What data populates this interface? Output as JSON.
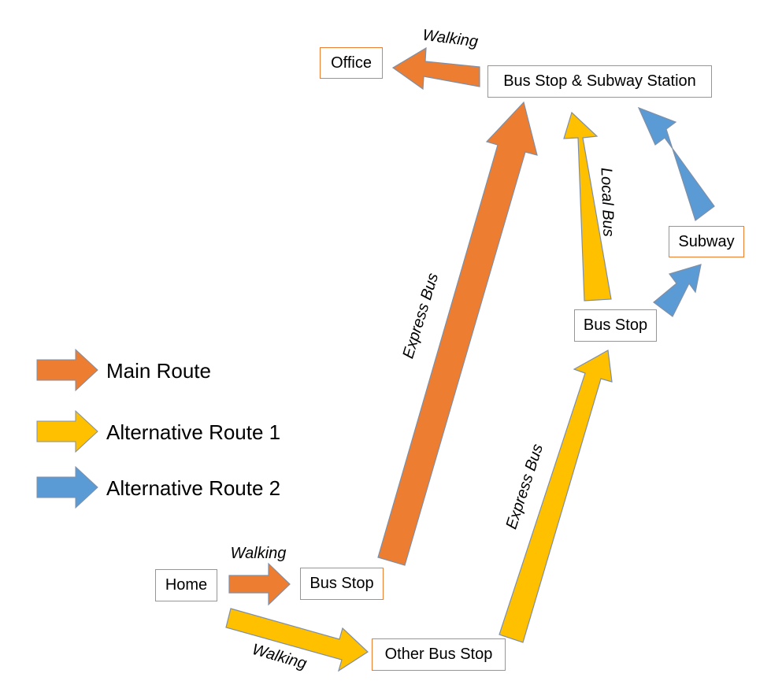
{
  "colors": {
    "main_route": "#ed7d31",
    "alternative_route_1": "#ffc000",
    "alternative_route_2": "#5b9bd5",
    "arrow_outline": "#7f8fa6",
    "box_border": "#ed7d31"
  },
  "nodes": {
    "home": "Home",
    "bus_stop_home": "Bus Stop",
    "other_bus_stop": "Other Bus Stop",
    "bus_stop_mid": "Bus Stop",
    "subway": "Subway",
    "bus_subway_station": "Bus Stop & Subway Station",
    "office": "Office"
  },
  "edge_labels": {
    "walk_to_bus_stop": "Walking",
    "walk_to_other_bus_stop": "Walking",
    "express_bus_main": "Express Bus",
    "express_bus_alt": "Express Bus",
    "local_bus": "Local Bus",
    "walk_to_office": "Walking"
  },
  "legend": {
    "main": "Main Route",
    "alt1": "Alternative Route 1",
    "alt2": "Alternative Route 2"
  }
}
